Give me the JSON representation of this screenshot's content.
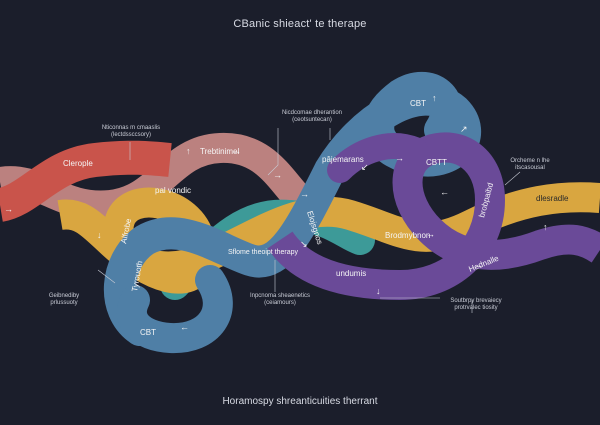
{
  "title": "CBanic shieact' te therape",
  "footer": "Horamospy shreanticuities therrant",
  "colors": {
    "background": "#1b1e2b",
    "red": "#c9544b",
    "pink": "#c98a87",
    "gold": "#d9a640",
    "blue": "#4f7fa6",
    "teal": "#3d9a98",
    "purple": "#6a4a98"
  },
  "ribbon_labels": {
    "red": "Clerople",
    "pink": "Trebtinimel",
    "gold_a": "pal vondic",
    "gold_b": "Alfrobe",
    "gold_c": "Brodmybnon",
    "blue_a": "pâjemarans",
    "blue_b": "Tyrouoth",
    "blue_c": "Sflome theoipt therapy",
    "blue_d": "CBT",
    "teal": "CBT",
    "purple_a": "CBTT",
    "purple_b": "Elojsgnos",
    "purple_c": "undumis",
    "purple_d": "brobpaibd",
    "purple_e": "Hednalle",
    "gold_right": "dlesradle"
  },
  "annotations": {
    "top_left": "Nticonnas m cmaaslis\n(lectdssccsory)",
    "top_center": "Nicdcomae dherantion\n(ceotsuntecan)",
    "right": "Orcheme n lhe\nitscasousal",
    "bottom_left": "Geibnediby\nprlussuoty",
    "bottom_center": "Inpcnoma sheaenetics\n(ceiamours)",
    "bottom_right": "Soutbrpy brevaiecy\nprotrvalec tiosity"
  }
}
